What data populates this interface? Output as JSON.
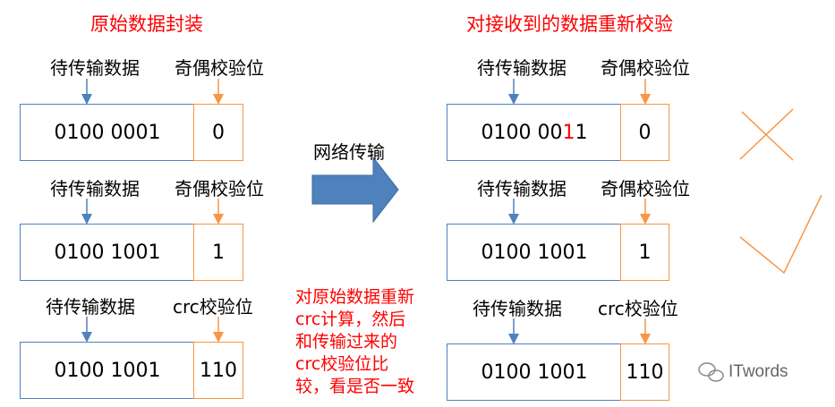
{
  "left": {
    "title": "原始数据封装",
    "rows": [
      {
        "data_label": "待传输数据",
        "check_label": "奇偶校验位",
        "data": "0100 0001",
        "check": "0"
      },
      {
        "data_label": "待传输数据",
        "check_label": "奇偶校验位",
        "data": "0100 1001",
        "check": "1"
      },
      {
        "data_label": "待传输数据",
        "check_label": "crc校验位",
        "data": "0100 1001",
        "check": "110"
      }
    ]
  },
  "right": {
    "title": "对接收到的数据重新校验",
    "rows": [
      {
        "data_label": "待传输数据",
        "check_label": "奇偶校验位",
        "data_prefix": "0100 00",
        "data_error": "1",
        "data_suffix": "1",
        "check": "0"
      },
      {
        "data_label": "待传输数据",
        "check_label": "奇偶校验位",
        "data": "0100 1001",
        "check": "1"
      },
      {
        "data_label": "待传输数据",
        "check_label": "crc校验位",
        "data": "0100 1001",
        "check": "110"
      }
    ]
  },
  "transfer_label": "网络传输",
  "note": "对原始数据重新crc计算，然后和传输过来的crc校验位比较，看是否一致",
  "watermark": "ITwords",
  "colors": {
    "red": "#ff0000",
    "data_box": "#4f81bd",
    "check_box": "#f79646",
    "big_arrow": "#4f81bd",
    "mark": "#f79646"
  },
  "icons": {
    "transfer_arrow": "right-arrow-icon",
    "wrong": "cross-icon",
    "right": "check-icon",
    "wechat": "wechat-icon"
  }
}
